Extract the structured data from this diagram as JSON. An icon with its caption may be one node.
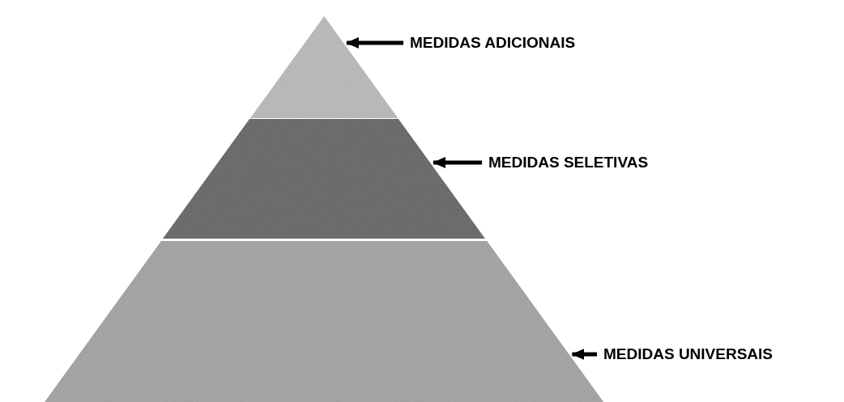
{
  "diagram": {
    "nodes": [
      {
        "text": [],
        "shape": "triangle"
      },
      {
        "text": [],
        "shape": "trapezoid"
      },
      {
        "text": [],
        "shape": "trapezoid"
      },
      {
        "text": [
          "MEDIDAS ADICIONAIS"
        ]
      },
      {
        "text": [
          "MEDIDAS SELETIVAS"
        ]
      },
      {
        "text": [
          "MEDIDAS UNIVERSAIS"
        ]
      }
    ],
    "edges": [
      {
        "from": 3,
        "to": 0,
        "arrow": "to"
      },
      {
        "from": 4,
        "to": 1,
        "arrow": "to"
      },
      {
        "from": 5,
        "to": 2,
        "arrow": "to"
      }
    ]
  }
}
